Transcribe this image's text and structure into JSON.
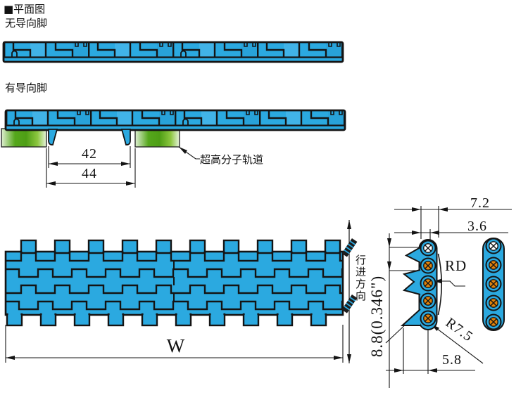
{
  "colors": {
    "belt_cyan": "#2BA9E0",
    "outline": "#141414",
    "rail_green": "#55A71C",
    "hole_orange": "#E2820A"
  },
  "labels": {
    "title": "■平面图",
    "no_guide": "无导向脚",
    "with_guide": "有导向脚",
    "track": "超高分子轨道",
    "travel_dir": "行进方向"
  },
  "dimensions": {
    "inner_width": "42",
    "outer_width": "44",
    "belt_width": "W",
    "pitch": "7.2",
    "half_pitch": "3.6",
    "rd": "RD",
    "radius": "R7.5",
    "foot_offset": "5.8",
    "thickness": "8.8(0.346\")"
  }
}
